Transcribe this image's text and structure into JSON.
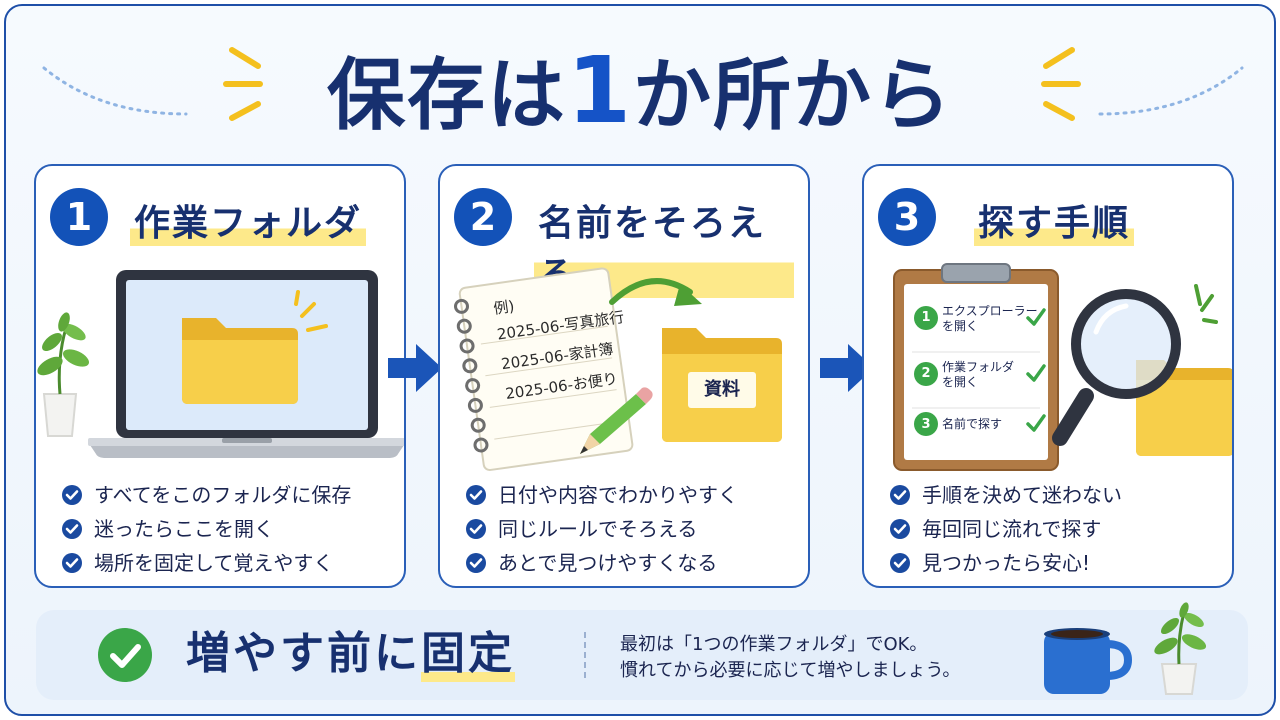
{
  "title": {
    "part1": "保存は",
    "accent": "1",
    "part2": "か所から"
  },
  "steps": [
    {
      "number": "1",
      "title": "作業フォルダ",
      "checks": [
        "すべてをこのフォルダに保存",
        "迷ったらここを開く",
        "場所を固定して覚えやすく"
      ]
    },
    {
      "number": "2",
      "title": "名前をそろえる",
      "notebook": {
        "header": "例)",
        "lines": [
          "2025-06-写真旅行",
          "2025-06-家計簿",
          "2025-06-お便り"
        ]
      },
      "folder_label": "資料",
      "checks": [
        "日付や内容でわかりやすく",
        "同じルールでそろえる",
        "あとで見つけやすくなる"
      ]
    },
    {
      "number": "3",
      "title": "探す手順",
      "clipboard": [
        {
          "num": "1",
          "text": [
            "エクスプローラー",
            "を開く"
          ]
        },
        {
          "num": "2",
          "text": [
            "作業フォルダ",
            "を開く"
          ]
        },
        {
          "num": "3",
          "text": [
            "名前で探す"
          ]
        }
      ],
      "checks": [
        "手順を決めて迷わない",
        "毎回同じ流れで探す",
        "見つかったら安心!"
      ]
    }
  ],
  "banner": {
    "main_part1": "増やす前に",
    "main_highlight": "固定",
    "note_line1": "最初は「1つの作業フォルダ」でOK。",
    "note_line2": "慣れてから必要に応じて増やしましょう。"
  },
  "colors": {
    "navy": "#17306f",
    "accent_blue": "#1553c7",
    "highlight_yellow": "#fde98a",
    "folder_yellow": "#f7cf4a",
    "check_green": "#3aa648"
  }
}
